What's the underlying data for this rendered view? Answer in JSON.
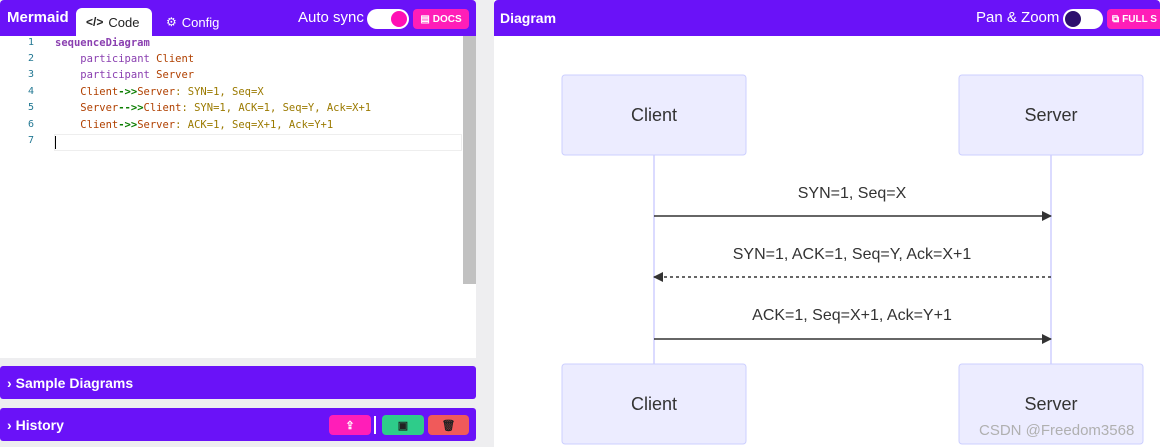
{
  "editor": {
    "brand": "Mermaid",
    "tabs": [
      {
        "label": "Code",
        "icon": "code-icon"
      },
      {
        "label": "Config",
        "icon": "gears-icon"
      }
    ],
    "auto_sync_label": "Auto sync",
    "auto_sync_on": true,
    "docs_label": "DOCS",
    "line_numbers": [
      "1",
      "2",
      "3",
      "4",
      "5",
      "6",
      "7"
    ],
    "code": {
      "l1_kw": "sequenceDiagram",
      "l2_kw": "participant",
      "l2_name": "Client",
      "l3_kw": "participant",
      "l3_name": "Server",
      "l4_from": "Client",
      "l4_arrow": "->>",
      "l4_to": "Server",
      "l4_msg": ": SYN=1, Seq=X",
      "l5_from": "Server",
      "l5_arrow": "-->>",
      "l5_to": "Client",
      "l5_msg": ": SYN=1, ACK=1, Seq=Y, Ack=X+1",
      "l6_from": "Client",
      "l6_arrow": "->>",
      "l6_to": "Server",
      "l6_msg": ": ACK=1, Seq=X+1, Ack=Y+1"
    }
  },
  "panels": {
    "sample_label": "Sample Diagrams",
    "history_label": "History"
  },
  "diagram": {
    "title": "Diagram",
    "pan_zoom_label": "Pan & Zoom",
    "pan_zoom_on": false,
    "full_label": "FULL S",
    "participants_top": [
      "Client",
      "Server"
    ],
    "participants_bottom": [
      "Client",
      "Server"
    ],
    "messages": [
      {
        "text": "SYN=1, Seq=X",
        "dashed": false,
        "direction": "right"
      },
      {
        "text": "SYN=1, ACK=1, Seq=Y, Ack=X+1",
        "dashed": true,
        "direction": "left"
      },
      {
        "text": "ACK=1, Seq=X+1, Ack=Y+1",
        "dashed": false,
        "direction": "right"
      }
    ]
  },
  "watermark": "CSDN @Freedom3568",
  "colors": {
    "header": "#6a12f8",
    "accent_pink": "#ff1eb8",
    "actor_fill": "#ececff",
    "actor_stroke": "#cccfff",
    "history_upload": "#ff1eb8",
    "history_save": "#2ecc8a",
    "history_delete": "#f05a5a"
  }
}
